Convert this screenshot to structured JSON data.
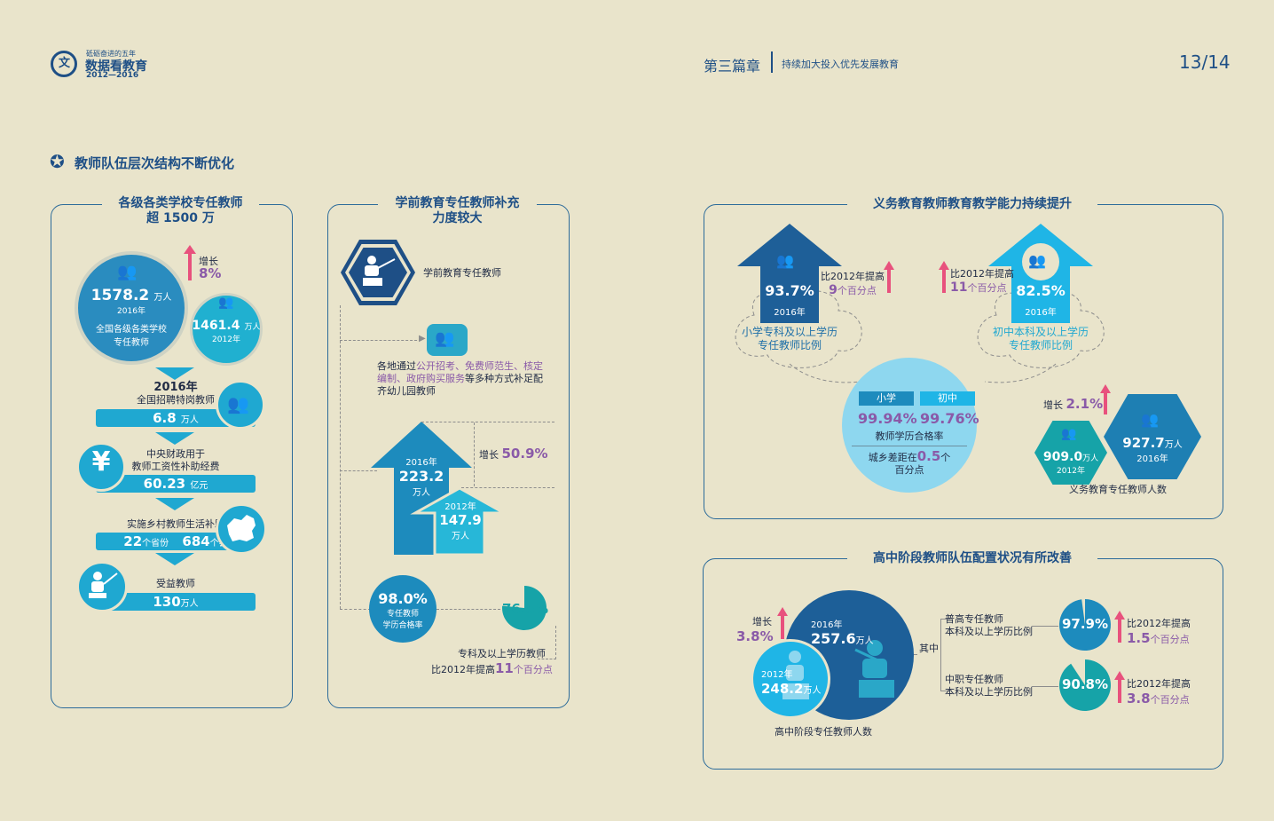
{
  "header": {
    "logo_top": "砥砺奋进的五年",
    "logo_main": "数据看教育",
    "logo_years": "2012—2016",
    "chapter": "第三篇章",
    "chapter_sub": "持续加大投入优先发展教育",
    "page": "13/14"
  },
  "section_title": "教师队伍层次结构不断优化",
  "panel1": {
    "title_line1": "各级各类学校专任教师",
    "title_line2": "超 1500 万",
    "growth_label": "增长",
    "growth_value": "8%",
    "main_value": "1578.2",
    "main_unit": "万人",
    "main_year": "2016年",
    "main_desc1": "全国各级各类学校",
    "main_desc2": "专任教师",
    "small_value": "1461.4",
    "small_unit": "万人",
    "small_year": "2012年",
    "step1_year": "2016年",
    "step1_desc": "全国招聘特岗教师",
    "step1_value": "6.8",
    "step1_unit": "万人",
    "step2_desc1": "中央财政用于",
    "step2_desc2": "教师工资性补助经费",
    "step2_value": "60.23",
    "step2_unit": "亿元",
    "step3_desc": "实施乡村教师生活补助",
    "step3_v1": "22",
    "step3_u1": "个省份",
    "step3_v2": "684",
    "step3_u2": "个县",
    "step4_desc": "受益教师",
    "step4_value": "130",
    "step4_unit": "万人",
    "yuan_glyph": "¥"
  },
  "panel2": {
    "title_line1": "学前教育专任教师补充",
    "title_line2": "力度较大",
    "item1": "学前教育专任教师",
    "desc_pre": "各地通过",
    "desc_hl1": "公开招考、免费师范生、核定",
    "desc_hl2": "编制、政府购买服务",
    "desc_post": "等多种方式补足配",
    "desc_line3": "齐幼儿园教师",
    "arrow_big_year": "2016年",
    "arrow_big_value": "223.2",
    "arrow_big_unit": "万人",
    "arrow_small_year": "2012年",
    "arrow_small_value": "147.9",
    "arrow_small_unit": "万人",
    "growth_label": "增长",
    "growth_value": "50.9%",
    "pass_value": "98.0%",
    "pass_desc1": "专任教师",
    "pass_desc2": "学历合格率",
    "pie_value": "76.5%",
    "pie_desc": "专科及以上学历教师",
    "pie_note_pre": "比2012年提高",
    "pie_note_num": "11",
    "pie_note_unit": "个百分点"
  },
  "panel3": {
    "title": "义务教育教师教育教学能力持续提升",
    "left_value": "93.7%",
    "left_year": "2016年",
    "left_desc1": "小学专科及以上学历",
    "left_desc2": "专任教师比例",
    "left_note_pre": "比2012年提高",
    "left_note_num": "9",
    "left_note_unit": "个百分点",
    "right_value": "82.5%",
    "right_year": "2016年",
    "right_desc1": "初中本科及以上学历",
    "right_desc2": "专任教师比例",
    "right_note_pre": "比2012年提高",
    "right_note_num": "11",
    "right_note_unit": "个百分点",
    "tag_primary": "小学",
    "tag_middle": "初中",
    "rate_primary": "99.94%",
    "rate_middle": "99.76%",
    "rate_desc": "教师学历合格率",
    "gap_pre": "城乡差距在",
    "gap_value": "0.5",
    "gap_unit": "个",
    "gap_line2": "百分点",
    "growth_label": "增长",
    "growth_value": "2.1%",
    "hex_small_value": "909.0",
    "hex_small_unit": "万人",
    "hex_small_year": "2012年",
    "hex_big_value": "927.7",
    "hex_big_unit": "万人",
    "hex_big_year": "2016年",
    "hex_desc": "义务教育专任教师人数"
  },
  "panel4": {
    "title": "高中阶段教师队伍配置状况有所改善",
    "growth_label": "增长",
    "growth_value": "3.8%",
    "big_year": "2016年",
    "big_value": "257.6",
    "big_unit": "万人",
    "small_year": "2012年",
    "small_value": "248.2",
    "small_unit": "万人",
    "desc": "高中阶段专任教师人数",
    "branch_label": "其中",
    "b1_desc1": "普高专任教师",
    "b1_desc2": "本科及以上学历比例",
    "b1_value": "97.9%",
    "b1_note_pre": "比2012年提高",
    "b1_note_num": "1.5",
    "b1_note_unit": "个百分点",
    "b2_desc1": "中职专任教师",
    "b2_desc2": "本科及以上学历比例",
    "b2_value": "90.8%",
    "b2_note_pre": "比2012年提高",
    "b2_note_num": "3.8",
    "b2_note_unit": "个百分点"
  },
  "colors": {
    "accent": "#1e4f86",
    "cyan": "#1fa8d1",
    "pink": "#e8517d",
    "purple": "#8a5aa8",
    "teal": "#16a3a8",
    "paper": "#e9e4cb"
  },
  "pie_fractions": {
    "pre_school": 0.765,
    "high_school": 0.979,
    "vocational": 0.908
  }
}
